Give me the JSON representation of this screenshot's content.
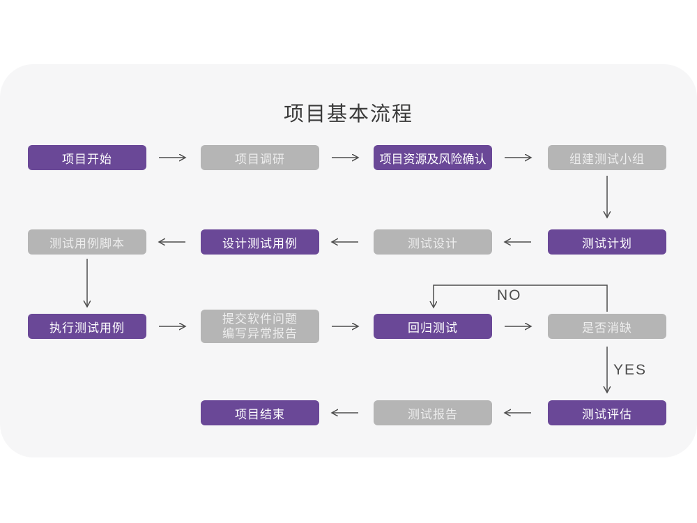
{
  "title": "项目基本流程",
  "colors": {
    "purple": "#6a4897",
    "gray": "#b5b5b5",
    "panel": "#f6f6f7",
    "arrow": "#4d4d4d"
  },
  "branch_labels": {
    "no": "NO",
    "yes": "YES"
  },
  "nodes": [
    {
      "id": "project-start",
      "label": "项目开始",
      "variant": "purple"
    },
    {
      "id": "project-research",
      "label": "项目调研",
      "variant": "gray"
    },
    {
      "id": "resource-risk-confirm",
      "label": "项目资源及风险确认",
      "variant": "purple"
    },
    {
      "id": "build-test-team",
      "label": "组建测试小组",
      "variant": "gray"
    },
    {
      "id": "test-case-script",
      "label": "测试用例脚本",
      "variant": "gray"
    },
    {
      "id": "design-test-case",
      "label": "设计测试用例",
      "variant": "purple"
    },
    {
      "id": "test-design",
      "label": "测试设计",
      "variant": "gray"
    },
    {
      "id": "test-plan",
      "label": "测试计划",
      "variant": "purple"
    },
    {
      "id": "execute-test-case",
      "label": "执行测试用例",
      "variant": "purple"
    },
    {
      "id": "submit-issue-report",
      "label": "提交软件问题",
      "label2": "编写异常报告",
      "variant": "gray"
    },
    {
      "id": "regression-test",
      "label": "回归测试",
      "variant": "purple"
    },
    {
      "id": "defect-resolved",
      "label": "是否消缺",
      "variant": "gray"
    },
    {
      "id": "project-end",
      "label": "项目结束",
      "variant": "purple"
    },
    {
      "id": "test-report",
      "label": "测试报告",
      "variant": "gray"
    },
    {
      "id": "test-evaluation",
      "label": "测试评估",
      "variant": "purple"
    }
  ]
}
